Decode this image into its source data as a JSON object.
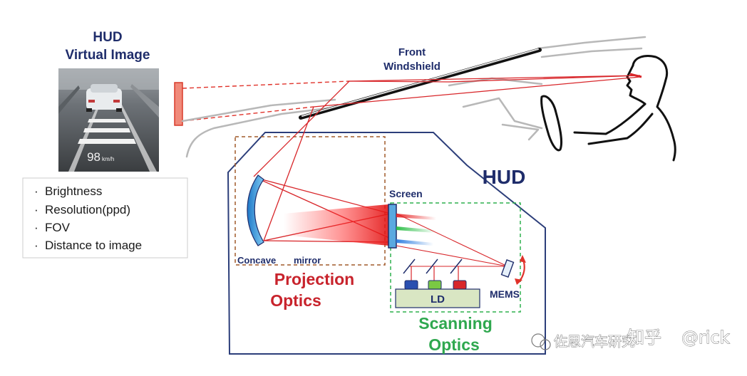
{
  "colors": {
    "navy": "#1f2d6b",
    "red": "#c8232c",
    "green": "#2fa84f",
    "mirror_blue": "#3fa6e0",
    "ld_fill": "#d9e6c3"
  },
  "hud_virtual_image": {
    "title_line1": "HUD",
    "title_line2": "Virtual Image",
    "speed_value": "98",
    "speed_unit": "km/h"
  },
  "metrics": {
    "items": [
      "Brightness",
      "Resolution(ppd)",
      "FOV",
      "Distance to image"
    ]
  },
  "windshield": {
    "line1": "Front",
    "line2": "Windshield"
  },
  "hud_unit": {
    "title": "HUD",
    "screen_label": "Screen",
    "mirror_label_1": "Concave",
    "mirror_label_2": "mirror",
    "projection_line1": "Projection",
    "projection_line2": "Optics",
    "ld_label": "LD",
    "mems_label": "MEMS",
    "scanning_line1": "Scanning",
    "scanning_line2": "Optics"
  },
  "watermark": {
    "text": "佐思汽车研究",
    "platform": "知乎",
    "handle": "@rick"
  }
}
